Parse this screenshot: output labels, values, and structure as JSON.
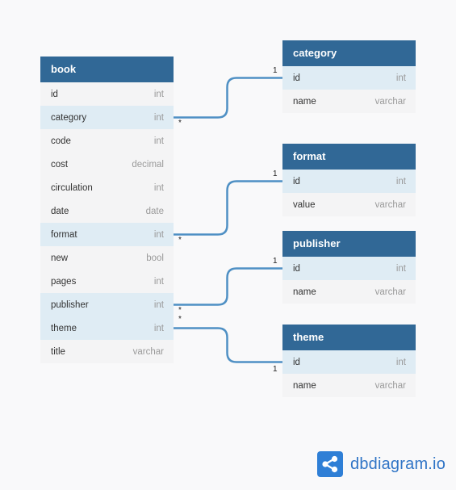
{
  "tables": {
    "book": {
      "title": "book",
      "fields": [
        {
          "name": "id",
          "type": "int"
        },
        {
          "name": "category",
          "type": "int"
        },
        {
          "name": "code",
          "type": "int"
        },
        {
          "name": "cost",
          "type": "decimal"
        },
        {
          "name": "circulation",
          "type": "int"
        },
        {
          "name": "date",
          "type": "date"
        },
        {
          "name": "format",
          "type": "int"
        },
        {
          "name": "new",
          "type": "bool"
        },
        {
          "name": "pages",
          "type": "int"
        },
        {
          "name": "publisher",
          "type": "int"
        },
        {
          "name": "theme",
          "type": "int"
        },
        {
          "name": "title",
          "type": "varchar"
        }
      ]
    },
    "category": {
      "title": "category",
      "fields": [
        {
          "name": "id",
          "type": "int"
        },
        {
          "name": "name",
          "type": "varchar"
        }
      ]
    },
    "format": {
      "title": "format",
      "fields": [
        {
          "name": "id",
          "type": "int"
        },
        {
          "name": "value",
          "type": "varchar"
        }
      ]
    },
    "publisher": {
      "title": "publisher",
      "fields": [
        {
          "name": "id",
          "type": "int"
        },
        {
          "name": "name",
          "type": "varchar"
        }
      ]
    },
    "theme": {
      "title": "theme",
      "fields": [
        {
          "name": "id",
          "type": "int"
        },
        {
          "name": "name",
          "type": "varchar"
        }
      ]
    }
  },
  "relations": [
    {
      "from": "book.category",
      "to": "category.id",
      "from_card": "*",
      "to_card": "1"
    },
    {
      "from": "book.format",
      "to": "format.id",
      "from_card": "*",
      "to_card": "1"
    },
    {
      "from": "book.publisher",
      "to": "publisher.id",
      "from_card": "*",
      "to_card": "1"
    },
    {
      "from": "book.theme",
      "to": "theme.id",
      "from_card": "*",
      "to_card": "1"
    }
  ],
  "colors": {
    "header": "#316896",
    "link": "#4f90c4",
    "highlight_row": "#dfecf4",
    "row": "#f4f4f5",
    "brand": "#2f7fd6"
  },
  "brand": {
    "name": "dbdiagram.io",
    "icon": "share-nodes-icon"
  }
}
